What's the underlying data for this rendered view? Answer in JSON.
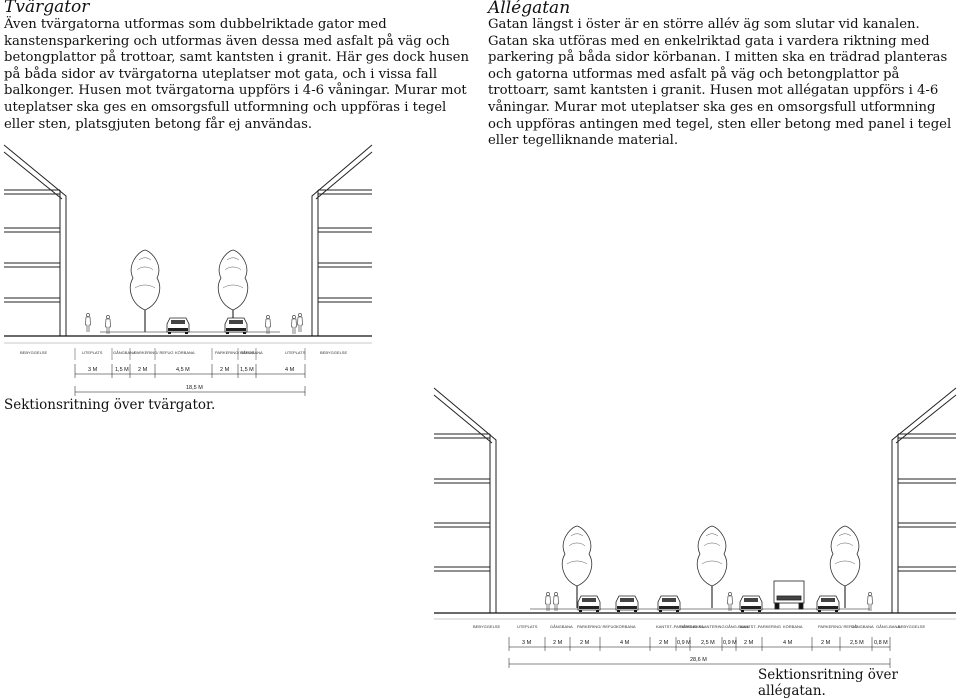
{
  "left": {
    "heading": "Tvärgator",
    "paragraph": "Även tvärgatorna utformas som dubbelriktade gator med kanstensparkering och utformas även dessa med asfalt på väg och betongplattor på trottoar, samt kantsten i granit. Här ges dock husen på båda sidor av tvärgatorna uteplatser mot gata, och i vissa fall balkonger. Husen mot tvärgatorna uppförs i 4-6 våningar. Murar mot uteplatser ska ges en omsorgsfull utformning och uppföras i tegel eller sten, platsgjuten betong får ej användas.",
    "caption": "Sektionsritning över tvärgator.",
    "section_labels": [
      "BEBYGGELSE",
      "UTEPLATS",
      "GÅNGBANA",
      "PARKERING/ REFUG",
      "KÖRBANA",
      "PARKERING/ REFUG",
      "GÅNGBANA",
      "UTEPLATS",
      "BEBYGGELSE"
    ],
    "dimensions": [
      "3 M",
      "1,5 M",
      "2 M",
      "4,5 M",
      "2 M",
      "1,5 M",
      "4 M"
    ],
    "total": "18,5 M"
  },
  "right": {
    "heading": "Allégatan",
    "paragraph": "Gatan längst i öster är en större allév äg som slutar vid kanalen. Gatan ska utföras med en enkelriktad gata i vardera riktning med parkering på båda sidor körbanan. I mitten ska en trädrad planteras och gatorna utformas med asfalt på väg och betongplattor på trottoarr, samt kantsten i granit. Husen mot allégatan uppförs i 4-6 våningar. Murar mot uteplatser ska ges en omsorgsfull utformning och uppföras antingen med tegel, sten eller betong med panel i tegel eller tegelliknande material.",
    "caption": "Sektionsritning över allégatan.",
    "section_labels": [
      "BEBYGGELSE",
      "UTEPLATS",
      "GÅNGBANA",
      "PARKERING/ REFUG",
      "KÖRBANA",
      "KANTST.-PARKERING",
      "GÅNG-BANA",
      "PLANTERING",
      "GÅNG-BANA",
      "KANTST.-PARKERING",
      "KÖRBANA",
      "PARKERING/ REFUG",
      "GÅNGBANA",
      "GÅNG-BANA",
      "BEBYGGELSE"
    ],
    "dimensions": [
      "3 M",
      "2 M",
      "2 M",
      "4 M",
      "2 M",
      "0,9 M",
      "2,5 M",
      "0,9 M",
      "2 M",
      "4 M",
      "2 M",
      "2,5 M",
      "0,8 M"
    ],
    "total": "28,6 M"
  }
}
